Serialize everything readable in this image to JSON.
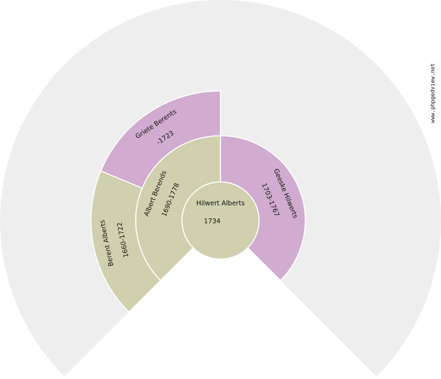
{
  "colors": {
    "background_fan": "#eeeeee",
    "male": "#d0d0ae",
    "female": "#d1abd0",
    "separator": "#ffffff"
  },
  "credit": "www.phpgedview.net",
  "people": [
    {
      "id": "root",
      "name": "Hilwert Alberts",
      "dates": "1734",
      "generation": 1,
      "sex": "male"
    },
    {
      "id": "father",
      "name": "Albert Berends",
      "dates": "1690-1778",
      "generation": 2,
      "sex": "male"
    },
    {
      "id": "mother",
      "name": "Geeske Hilwerts",
      "dates": "1703-1767",
      "generation": 2,
      "sex": "female"
    },
    {
      "id": "paternal-grandfather",
      "name": "Berent Alberts",
      "dates": "1660-1722",
      "generation": 3,
      "sex": "male"
    },
    {
      "id": "paternal-grandmother",
      "name": "Griete Berents",
      "dates": "-1723",
      "generation": 3,
      "sex": "female"
    }
  ]
}
